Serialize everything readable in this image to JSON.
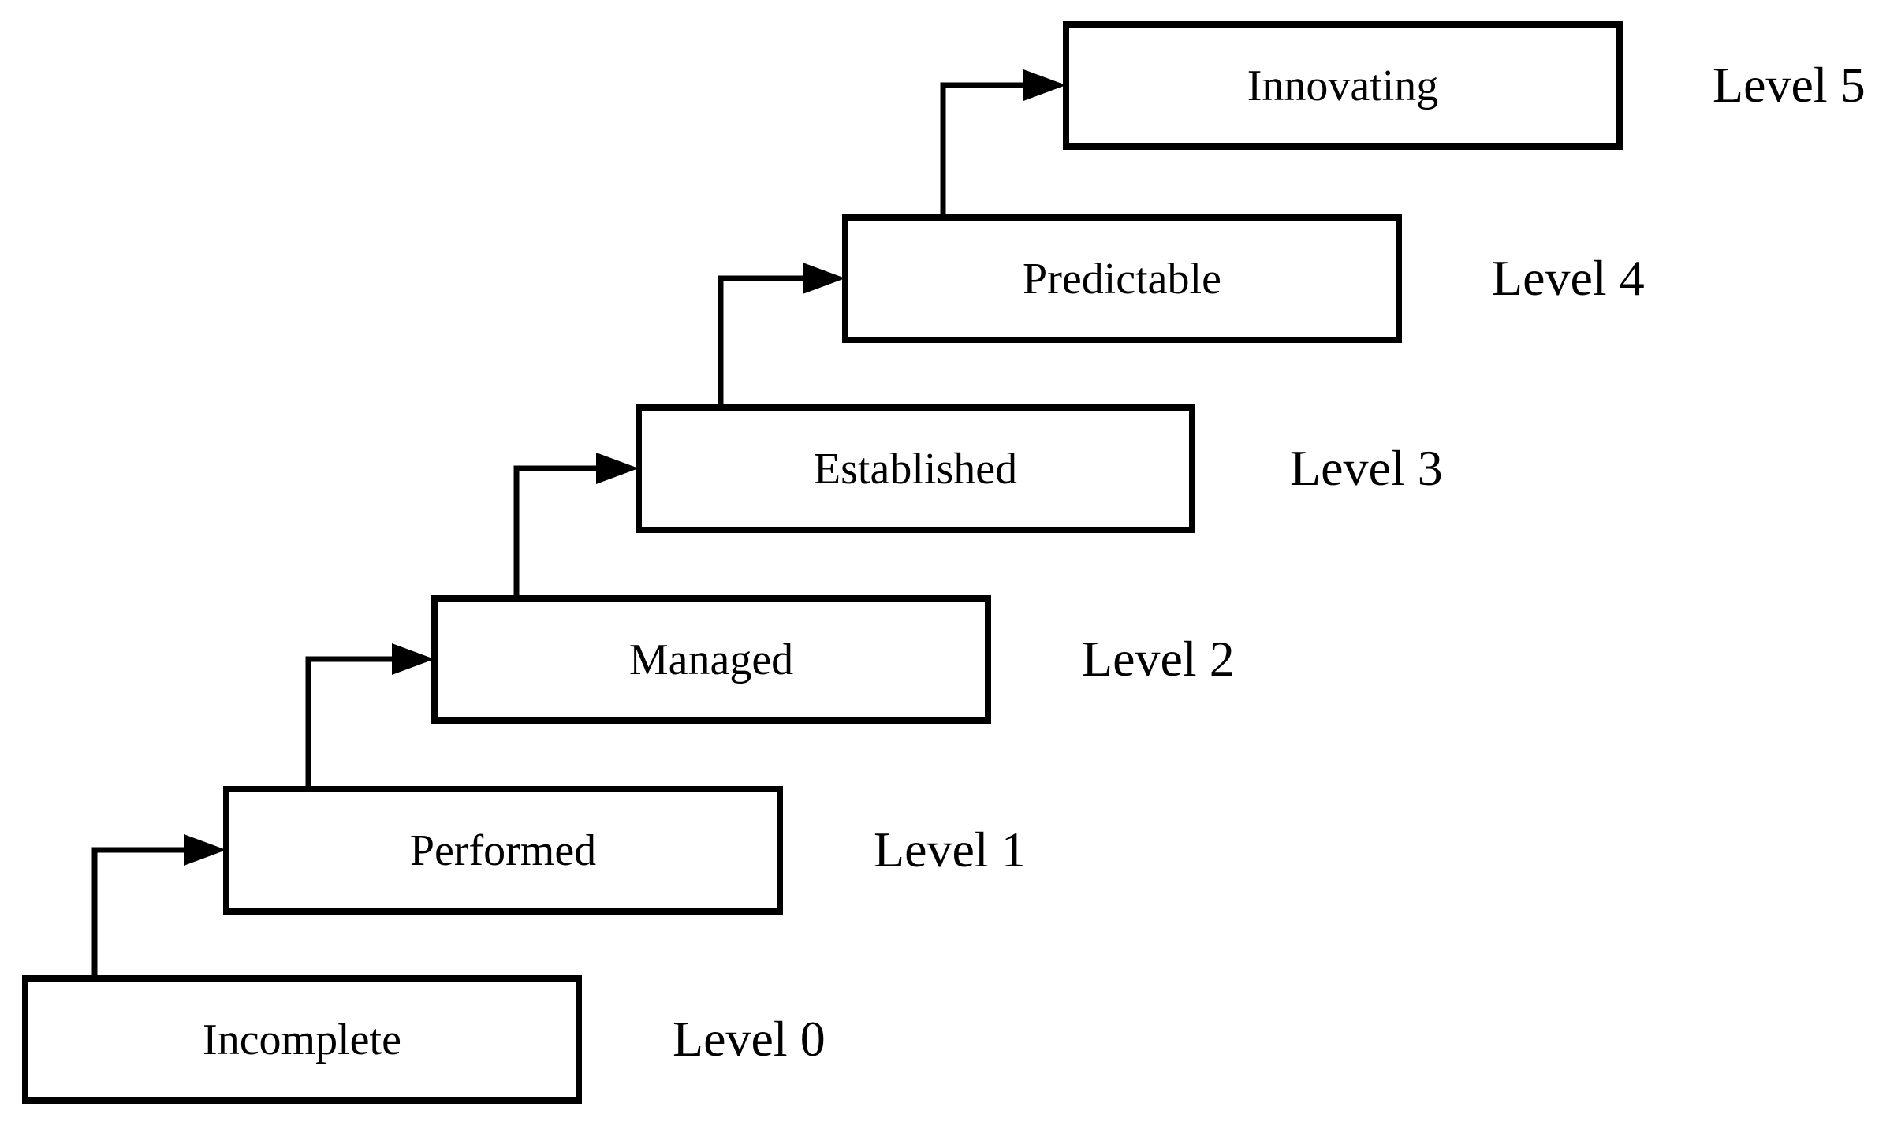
{
  "diagram": {
    "kind": "process-maturity-staircase",
    "background_color": "#ffffff",
    "line_color": "#000000",
    "box_fill_color": "#ffffff",
    "levels": [
      {
        "name": "Incomplete",
        "level_label": "Level 0"
      },
      {
        "name": "Performed",
        "level_label": "Level 1"
      },
      {
        "name": "Managed",
        "level_label": "Level 2"
      },
      {
        "name": "Established",
        "level_label": "Level 3"
      },
      {
        "name": "Predictable",
        "level_label": "Level 4"
      },
      {
        "name": "Innovating",
        "level_label": "Level 5"
      }
    ]
  }
}
